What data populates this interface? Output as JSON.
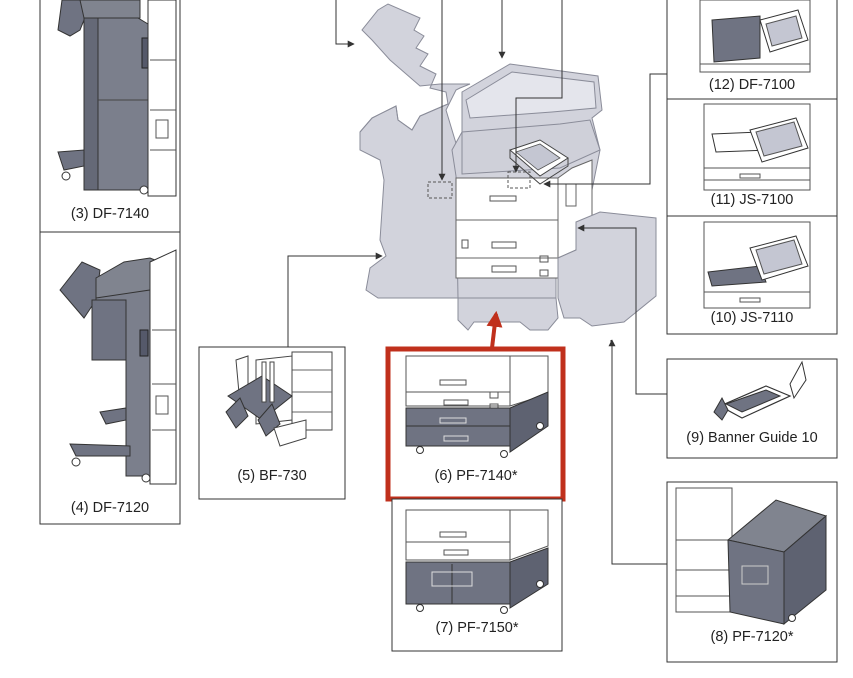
{
  "colors": {
    "machine_fill": "#d2d3dc",
    "machine_stroke": "#8a8c99",
    "dark_part": "#6f7382",
    "highlight": "#c0301c",
    "line": "#333333"
  },
  "options": [
    {
      "id": "3",
      "caption": "(3) DF-7140",
      "icon": "finisher-df7140-icon"
    },
    {
      "id": "4",
      "caption": "(4) DF-7120",
      "icon": "finisher-df7120-icon"
    },
    {
      "id": "5",
      "caption": "(5) BF-730",
      "icon": "booklet-folder-icon"
    },
    {
      "id": "6",
      "caption": "(6) PF-7140*",
      "icon": "paper-feeder-pf7140-icon",
      "highlighted": true
    },
    {
      "id": "7",
      "caption": "(7) PF-7150*",
      "icon": "paper-feeder-pf7150-icon"
    },
    {
      "id": "8",
      "caption": "(8) PF-7120*",
      "icon": "large-capacity-feeder-icon"
    },
    {
      "id": "9",
      "caption": "(9) Banner Guide 10",
      "icon": "banner-guide-icon"
    },
    {
      "id": "10",
      "caption": "(10) JS-7110",
      "icon": "job-separator-js7110-icon"
    },
    {
      "id": "11",
      "caption": "(11) JS-7100",
      "icon": "job-separator-js7100-icon"
    },
    {
      "id": "12",
      "caption": "(12) DF-7100",
      "icon": "finisher-df7100-icon"
    }
  ]
}
